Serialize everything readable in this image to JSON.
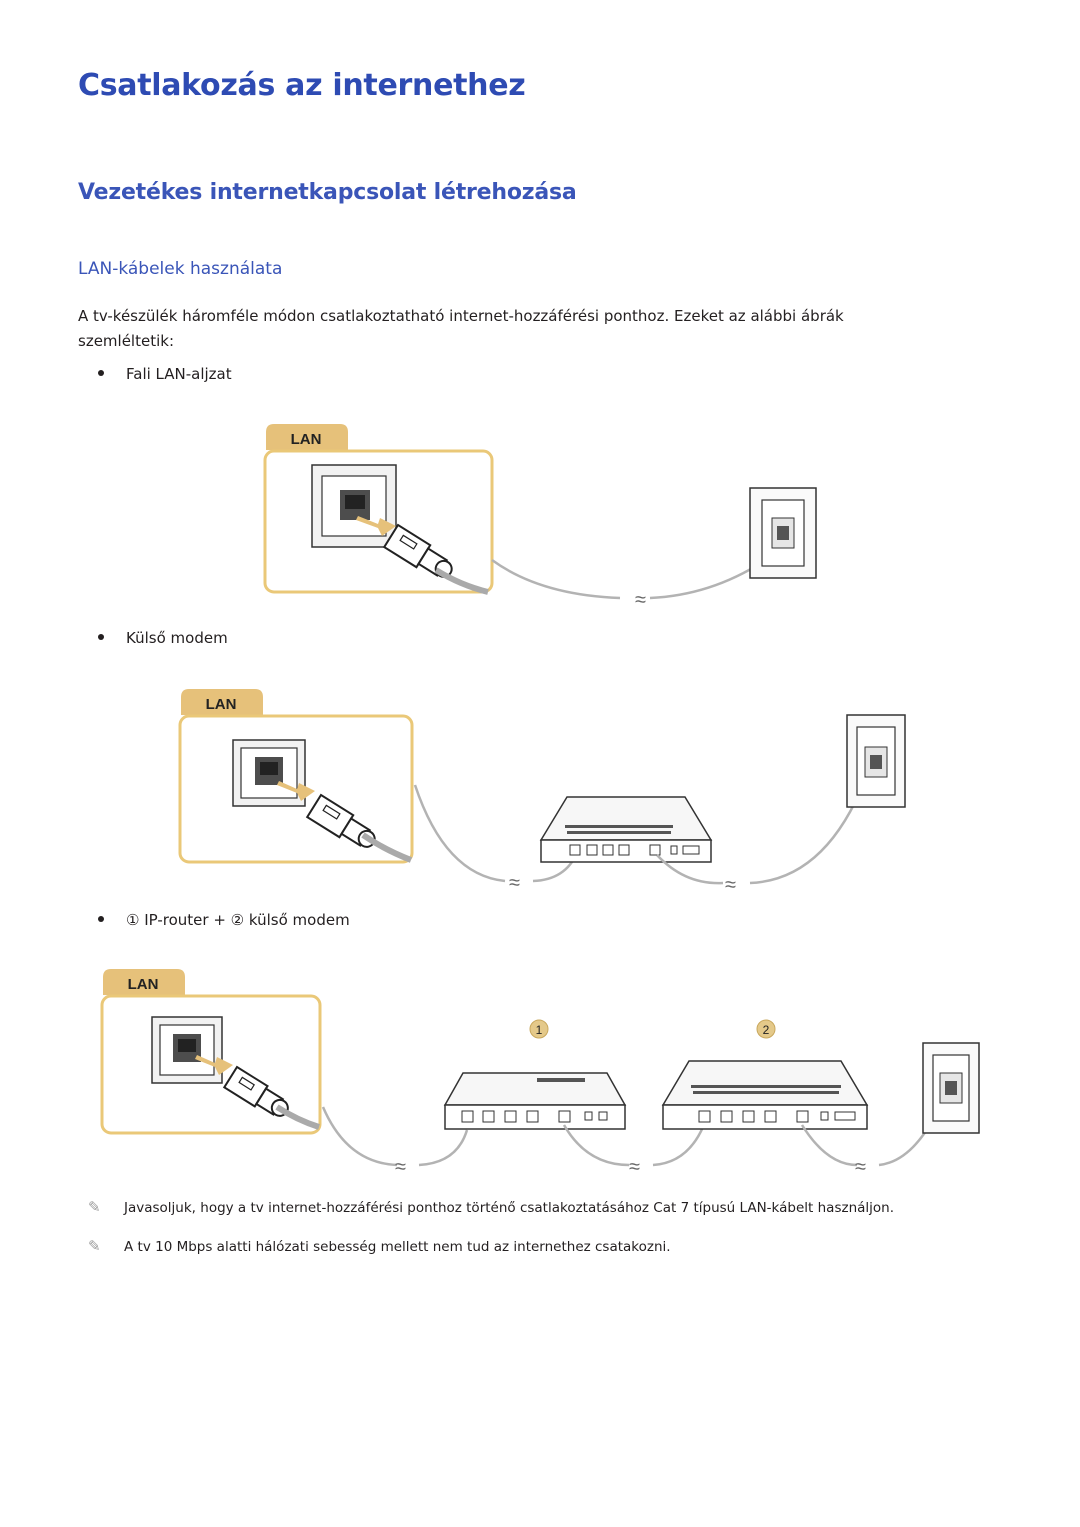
{
  "header": {
    "title": "Csatlakozás az internethez",
    "section": "Vezetékes internetkapcsolat létrehozása",
    "subsection": "LAN-kábelek használata"
  },
  "intro": "A tv-készülék háromféle módon csatlakoztatható internet-hozzáférési ponthoz. Ezeket az alábbi ábrák szemléltetik:",
  "options": [
    {
      "label": "Fali LAN-aljzat"
    },
    {
      "label": "Külső modem"
    },
    {
      "label": "① IP-router + ② külső modem"
    }
  ],
  "diagram": {
    "lan_tab": "LAN",
    "router_marker": "1",
    "modem_marker": "2"
  },
  "notes": [
    "Javasoljuk, hogy a tv internet-hozzáférési ponthoz történő csatlakoztatásához Cat 7 típusú LAN-kábelt használjon.",
    "A tv 10 Mbps alatti hálózati sebesség mellett nem tud az internethez csatakozni."
  ],
  "colors": {
    "heading": "#2e4bb3",
    "lan_tab": "#e6c17a",
    "lan_border": "#eac878",
    "marker": "#e4c98a",
    "cable": "#b3b3b3"
  },
  "icons": {
    "note": "pencil-icon",
    "bullet": "bullet-dot"
  }
}
